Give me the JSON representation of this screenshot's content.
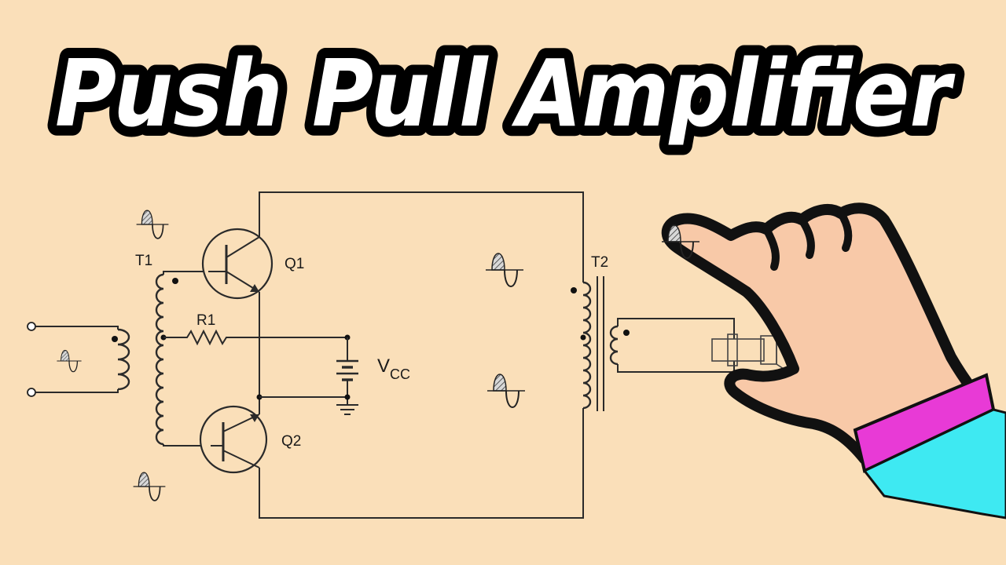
{
  "title": "Push Pull Amplifier",
  "labels": {
    "t1": "T1",
    "t2": "T2",
    "q1": "Q1",
    "q2": "Q2",
    "r1": "R1",
    "vcc_main": "V",
    "vcc_sub": "CC"
  },
  "colors": {
    "background": "#fadfb9",
    "hand_skin": "#f8c9a8",
    "sleeve_pink": "#e83ad6",
    "sleeve_cyan": "#3ee9f2",
    "title_fill": "#ffffff",
    "title_outline": "#000000"
  }
}
